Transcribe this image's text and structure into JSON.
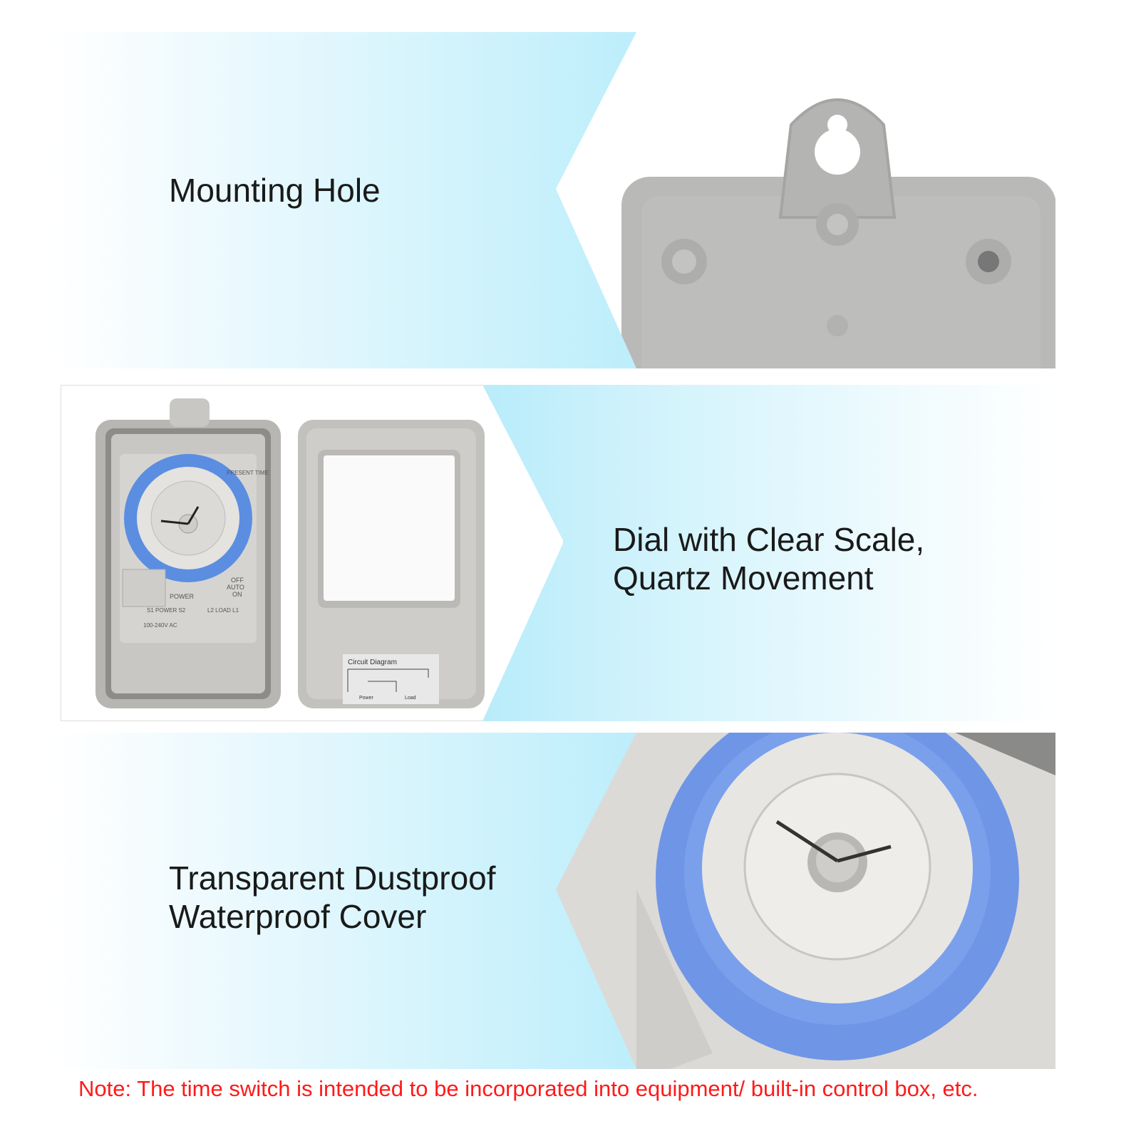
{
  "panels": [
    {
      "label_lines": [
        "Mounting Hole"
      ]
    },
    {
      "label_lines": [
        "Dial with Clear Scale,",
        "Quartz Movement"
      ],
      "product_text": {
        "power": "POWER",
        "off": "OFF",
        "auto": "AUTO",
        "on": "ON",
        "present_time": "PRESENT TIME",
        "voltage": "100-240V AC",
        "power_terminals": "S1 POWER S2",
        "load_terminals": "L2 LOAD L1",
        "circuit_title": "Circuit Diagram",
        "circuit_power": "Power",
        "circuit_load": "Load"
      }
    },
    {
      "label_lines": [
        "Transparent Dustproof",
        "Waterproof Cover"
      ]
    }
  ],
  "note": "Note: The time switch is intended to be incorporated into equipment/ built-in control box, etc.",
  "colors": {
    "accent_blue": "#b5ebfa",
    "note_red": "#ff1a1a",
    "case_gray": "#b9b9b7",
    "dial_blue": "#5b8ee0"
  }
}
